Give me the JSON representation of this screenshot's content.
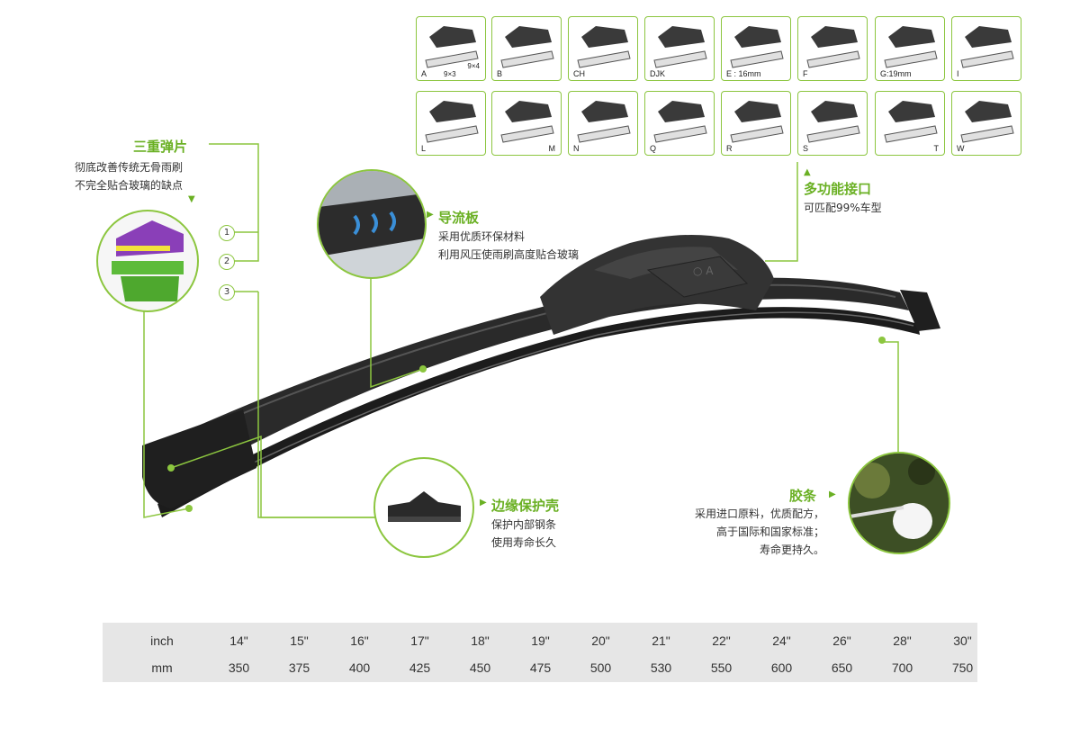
{
  "adapters": [
    {
      "label": "A",
      "extra1": "9×4",
      "extra2": "9×3"
    },
    {
      "label": "B"
    },
    {
      "label": "CH"
    },
    {
      "label": "DJK"
    },
    {
      "label": "E : 16mm"
    },
    {
      "label": "F"
    },
    {
      "label": "G:19mm"
    },
    {
      "label": "I"
    },
    {
      "label": "L"
    },
    {
      "label": "M"
    },
    {
      "label": "N"
    },
    {
      "label": "Q"
    },
    {
      "label": "R"
    },
    {
      "label": "S"
    },
    {
      "label": "T"
    },
    {
      "label": "W"
    }
  ],
  "callouts": {
    "triple_spring": {
      "title": "三重弹片",
      "line1": "彻底改善传统无骨雨刷",
      "line2": "不完全贴合玻璃的缺点",
      "markers": [
        "1",
        "2",
        "3"
      ]
    },
    "spoiler": {
      "title": "导流板",
      "line1": "采用优质环保材料",
      "line2": "利用风压使雨刷高度贴合玻璃"
    },
    "multi_interface": {
      "title": "多功能接口",
      "line1": "可匹配99%车型"
    },
    "edge_shell": {
      "title": "边缘保护壳",
      "line1": "保护内部钢条",
      "line2": "使用寿命长久"
    },
    "rubber": {
      "title": "胶条",
      "line1": "采用进口原料，优质配方，",
      "line2": "高于国际和国家标准；",
      "line3": "寿命更持久。"
    }
  },
  "size_table": {
    "inch_label": "inch",
    "mm_label": "mm",
    "inch": [
      "14\"",
      "15\"",
      "16\"",
      "17\"",
      "18\"",
      "19\"",
      "20\"",
      "21\"",
      "22\"",
      "24\"",
      "26\"",
      "28\"",
      "30\""
    ],
    "mm": [
      "350",
      "375",
      "400",
      "425",
      "450",
      "475",
      "500",
      "530",
      "550",
      "600",
      "650",
      "700",
      "750"
    ]
  },
  "colors": {
    "accent": "#8cc63f",
    "accent_text": "#6ab023",
    "blade": "#2b2b2b",
    "table_bg": "#e6e6e6"
  }
}
